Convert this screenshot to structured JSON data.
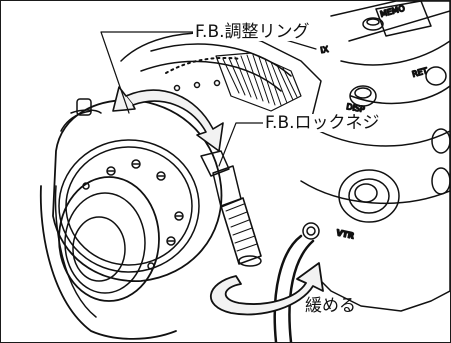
{
  "labels": {
    "fb_ring": "F.B.調整リング",
    "fb_lock_screw": "F.B.ロックネジ",
    "loosen": "緩める"
  },
  "camera_marks": {
    "memo": "MEMO",
    "ret": "RET",
    "disp": "DISP",
    "vtr": "VTR",
    "ix": "IX"
  },
  "colors": {
    "line": "#111111",
    "background": "#ffffff",
    "arrow_fill": "#f2f2f2"
  }
}
